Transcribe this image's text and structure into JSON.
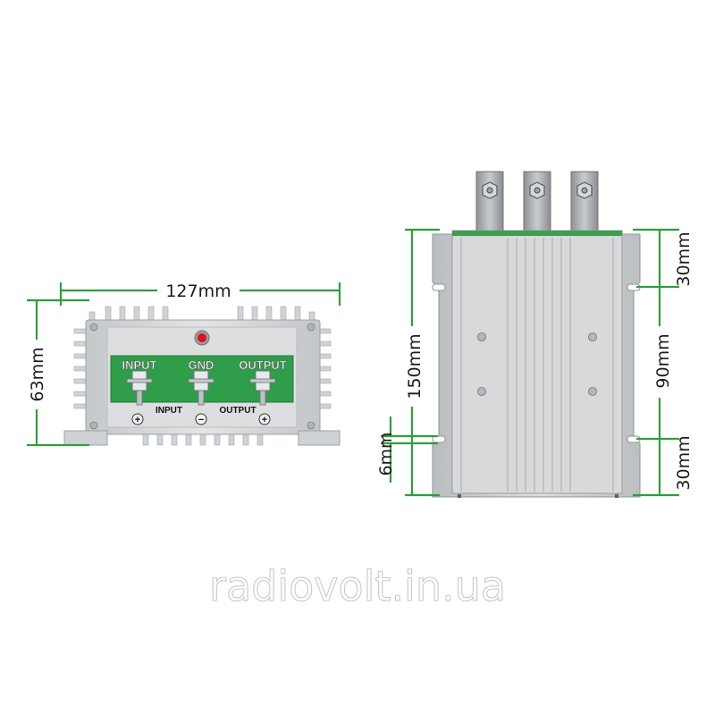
{
  "front_view": {
    "width_label": "127mm",
    "height_label": "63mm",
    "panel_labels": [
      "INPUT",
      "GND",
      "OUTPUT"
    ],
    "input_label": "INPUT",
    "output_label": "OUTPUT",
    "plus_symbol": "+",
    "minus_symbol": "−"
  },
  "top_view": {
    "length_label": "150mm",
    "hole_offset_top_label": "30mm",
    "hole_spacing_label": "90mm",
    "hole_offset_bottom_label": "30mm",
    "slot_label": "6mm"
  },
  "watermark": "radiovolt.in.ua",
  "colors": {
    "dimension": "#2e9e3a",
    "panel": "#2f9d4a",
    "housing": "#d4d6d8",
    "indicator": "#e0101b"
  }
}
